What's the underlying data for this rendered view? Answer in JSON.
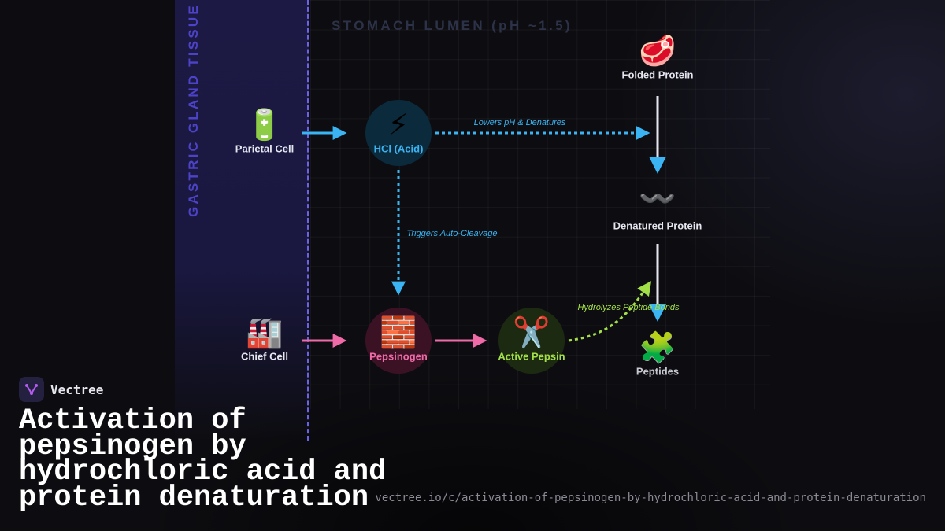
{
  "diagram": {
    "zones": {
      "gland": "GASTRIC GLAND TISSUE",
      "lumen": "STOMACH LUMEN (pH ~1.5)"
    },
    "nodes": {
      "parietal": {
        "label": "Parietal Cell",
        "icon": "battery-icon",
        "glyph": "🔋"
      },
      "hcl": {
        "label": "HCl (Acid)",
        "icon": "lightning-icon",
        "glyph": "⚡"
      },
      "chief": {
        "label": "Chief Cell",
        "icon": "factory-icon",
        "glyph": "🏭"
      },
      "pepsinogen": {
        "label": "Pepsinogen",
        "icon": "brick-icon",
        "glyph": "🧱"
      },
      "pepsin": {
        "label": "Active Pepsin",
        "icon": "scissors-icon",
        "glyph": "✂️"
      },
      "folded": {
        "label": "Folded Protein",
        "icon": "meat-icon",
        "glyph": "🥩"
      },
      "denatured": {
        "label": "Denatured Protein",
        "icon": "wavy-line-icon",
        "glyph": "〰️"
      },
      "peptides": {
        "label": "Peptides",
        "icon": "puzzle-piece-icon",
        "glyph": "🧩"
      }
    },
    "flow_labels": {
      "lowers": "Lowers pH & Denatures",
      "triggers": "Triggers Auto-Cleavage",
      "hydrolyzes": "Hydrolyzes Peptide Bonds"
    },
    "colors": {
      "acid": "#3ab4f2",
      "pepsinogen": "#f06aa8",
      "pepsin": "#a3e048",
      "protein_arrow": "#e6e6f0",
      "membrane": "#6b63e6"
    }
  },
  "brand": {
    "name": "Vectree"
  },
  "title": "Activation of pepsinogen by hydrochloric acid and protein denaturation",
  "url": "vectree.io/c/activation-of-pepsinogen-by-hydrochloric-acid-and-protein-denaturation"
}
